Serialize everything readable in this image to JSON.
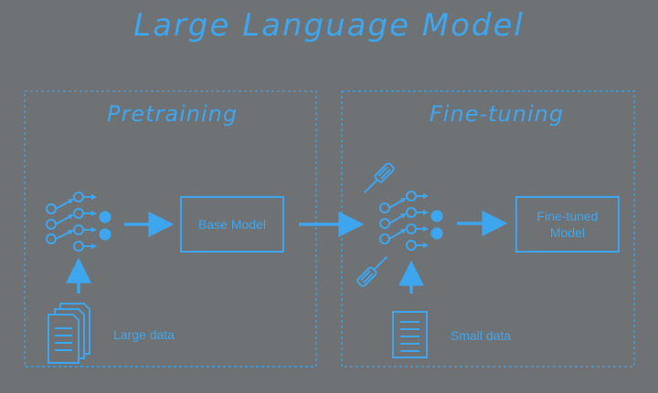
{
  "title": "Large Language Model",
  "sections": {
    "pretraining": {
      "title": "Pretraining",
      "model_label": "Base Model",
      "data_label": "Large data"
    },
    "finetuning": {
      "title": "Fine-tuning",
      "model_label": "Fine-tuned Model",
      "data_label": "Small data"
    }
  },
  "colors": {
    "accent": "#3ea6ee",
    "background": "#6f7275"
  }
}
